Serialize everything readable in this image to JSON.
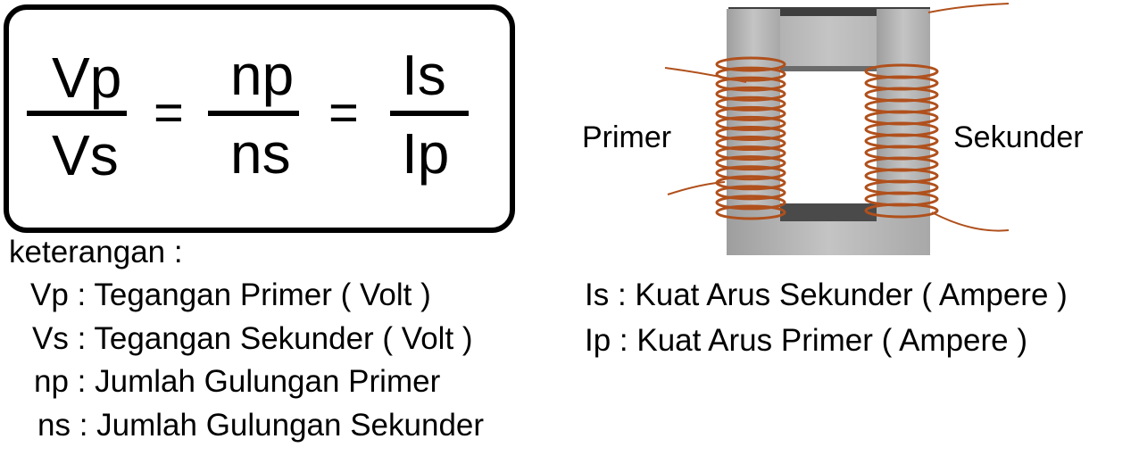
{
  "formula": {
    "f1": {
      "num": "Vp",
      "den": "Vs"
    },
    "eq1": "=",
    "f2": {
      "num": "np",
      "den": "ns"
    },
    "eq2": "=",
    "f3": {
      "num": "Is",
      "den": "Ip"
    }
  },
  "legend": {
    "heading": "keterangan :",
    "items": [
      "Vp : Tegangan Primer ( Volt )",
      "Vs : Tegangan Sekunder ( Volt )",
      "np : Jumlah Gulungan Primer",
      "ns : Jumlah Gulungan Sekunder"
    ],
    "items_right": [
      "Is : Kuat Arus Sekunder ( Ampere )",
      "Ip : Kuat Arus Primer ( Ampere )"
    ]
  },
  "diagram": {
    "primary_label": "Primer",
    "secondary_label": "Sekunder",
    "core_color": "#b8b8b8",
    "core_dark": "#4a4a4a",
    "coil_color": "#b0501c"
  }
}
